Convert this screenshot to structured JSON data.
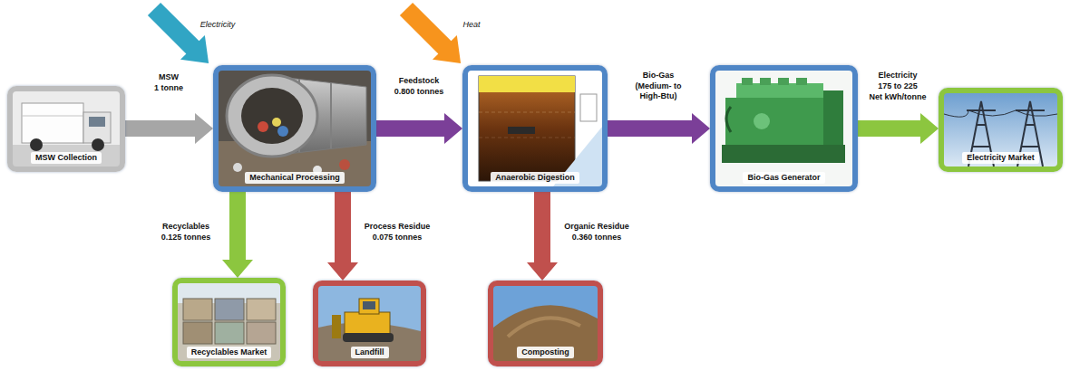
{
  "diagram": {
    "nodes": [
      {
        "text": [
          "MSW Collection"
        ]
      },
      {
        "text": [
          "Mechanical Processing"
        ]
      },
      {
        "text": [
          "Anaerobic Digestion"
        ]
      },
      {
        "text": [
          "Bio-Gas Generator"
        ]
      },
      {
        "text": [
          "Electricity Market"
        ]
      },
      {
        "text": [
          "Recyclables Market"
        ]
      },
      {
        "text": [
          "Landfill"
        ]
      },
      {
        "text": [
          "Composting"
        ]
      }
    ],
    "edges": [
      {
        "from": 0,
        "to": 1,
        "arrow": "to",
        "label": "MSW"
      },
      {
        "from": 1,
        "to": 2,
        "arrow": "to",
        "label": "Feedstock"
      },
      {
        "from": 2,
        "to": 3,
        "arrow": "to",
        "label": "Bio-Gas"
      },
      {
        "from": 3,
        "to": 4,
        "arrow": "to",
        "label": "Electricity"
      },
      {
        "from": 1,
        "to": 5,
        "arrow": "to",
        "label": "Recyclables"
      },
      {
        "from": 1,
        "to": 6,
        "arrow": "to",
        "label": "Process Residue"
      },
      {
        "from": 2,
        "to": 7,
        "arrow": "to",
        "label": "Organic Residue"
      }
    ],
    "labels": [
      "Electricity",
      "Heat",
      "1 tonne",
      "0.800 tonnes",
      "(Medium- to High-Btu)",
      "175 to 225",
      "Net kWh/tonne",
      "0.125 tonnes",
      "0.075 tonnes",
      "0.360 tonnes"
    ]
  }
}
